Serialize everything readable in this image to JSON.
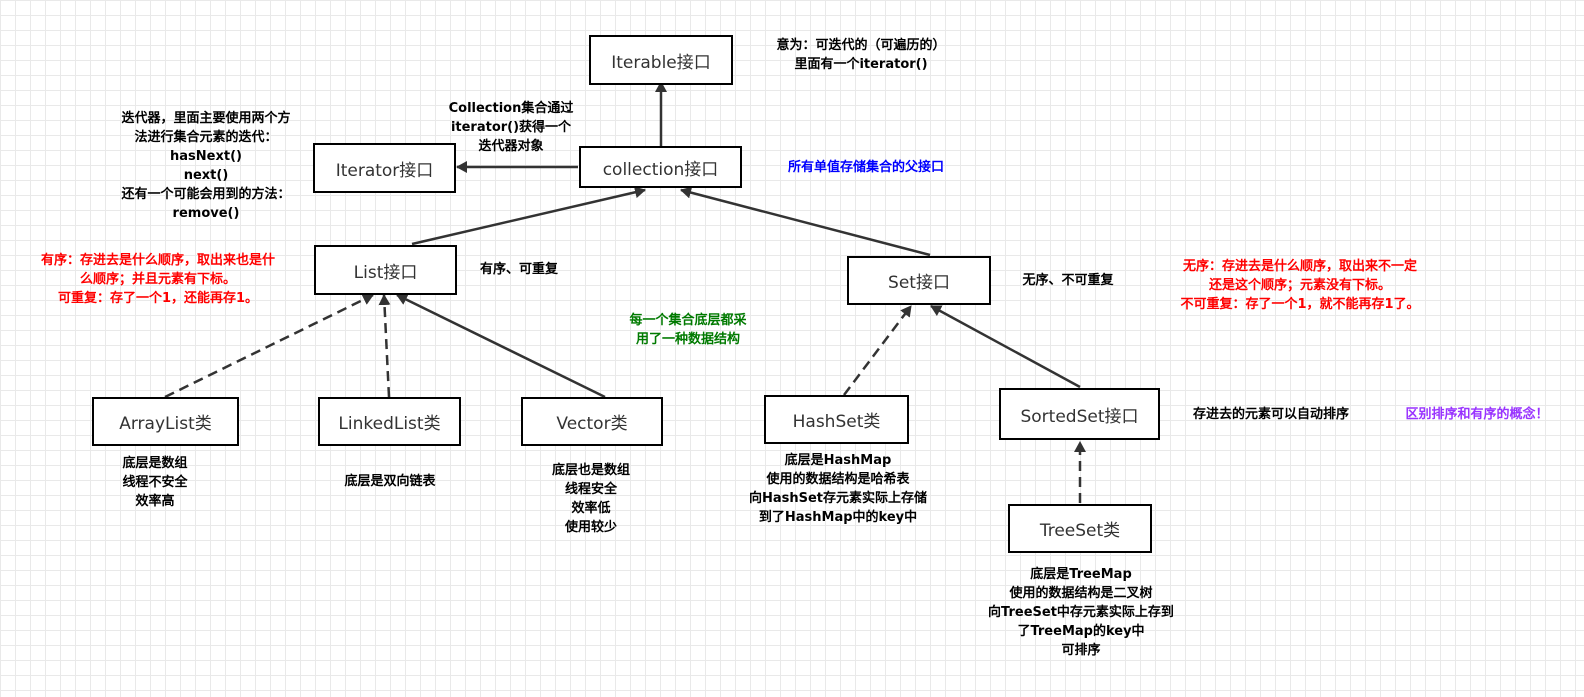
{
  "nodes": {
    "iterable": "Iterable接口",
    "collection": "collection接口",
    "iterator": "Iterator接口",
    "list": "List接口",
    "set": "Set接口",
    "arraylist": "ArrayList类",
    "linkedlist": "LinkedList类",
    "vector": "Vector类",
    "hashset": "HashSet类",
    "sortedset": "SortedSet接口",
    "treeset": "TreeSet类"
  },
  "notes": {
    "iterable_meaning": "意为：可迭代的（可遍历的）\n里面有一个iterator()",
    "collection_iterator": "Collection集合通过\niterator()获得一个\n迭代器对象",
    "iterator_desc": "迭代器，里面主要使用两个方\n法进行集合元素的迭代：\nhasNext()\nnext()\n还有一个可能会用到的方法：\nremove()",
    "collection_desc": "所有单值存储集合的父接口",
    "list_ordered": "有序：存进去是什么顺序，取出来也是什\n么顺序；并且元素有下标。\n可重复：存了一个1，还能再存1。",
    "list_short": "有序、可重复",
    "set_short": "无序、不可重复",
    "set_unordered": "无序：存进去是什么顺序，取出来不一定\n还是这个顺序；元素没有下标。\n不可重复：存了一个1，就不能再存1了。",
    "data_structure": "每一个集合底层都采\n用了一种数据结构",
    "arraylist_desc": "底层是数组\n线程不安全\n效率高",
    "linkedlist_desc": "底层是双向链表",
    "vector_desc": "底层也是数组\n线程安全\n效率低\n使用较少",
    "hashset_desc": "底层是HashMap\n使用的数据结构是哈希表\n向HashSet存元素实际上存储\n到了HashMap中的key中",
    "sortedset_desc": "存进去的元素可以自动排序",
    "sort_vs_order": "区别排序和有序的概念！",
    "treeset_desc": "底层是TreeMap\n使用的数据结构是二叉树\n向TreeSet中存元素实际上存到\n了TreeMap的key中\n可排序"
  },
  "colors": {
    "red": "#ff0000",
    "blue": "#0000ff",
    "green": "#007a00",
    "purple": "#9933ff",
    "line": "#333333"
  }
}
